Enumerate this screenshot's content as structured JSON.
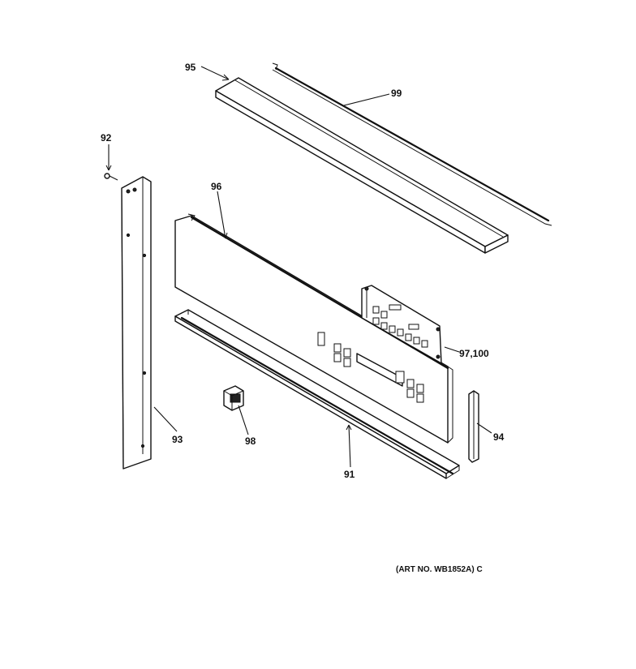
{
  "diagram": {
    "callouts": {
      "c91": "91",
      "c92": "92",
      "c93": "93",
      "c94": "94",
      "c95": "95",
      "c96": "96",
      "c97": "97,100",
      "c98": "98",
      "c99": "99"
    },
    "art_number": "(ART NO. WB1852A) C",
    "colors": {
      "line": "#111111",
      "background": "#ffffff"
    }
  }
}
